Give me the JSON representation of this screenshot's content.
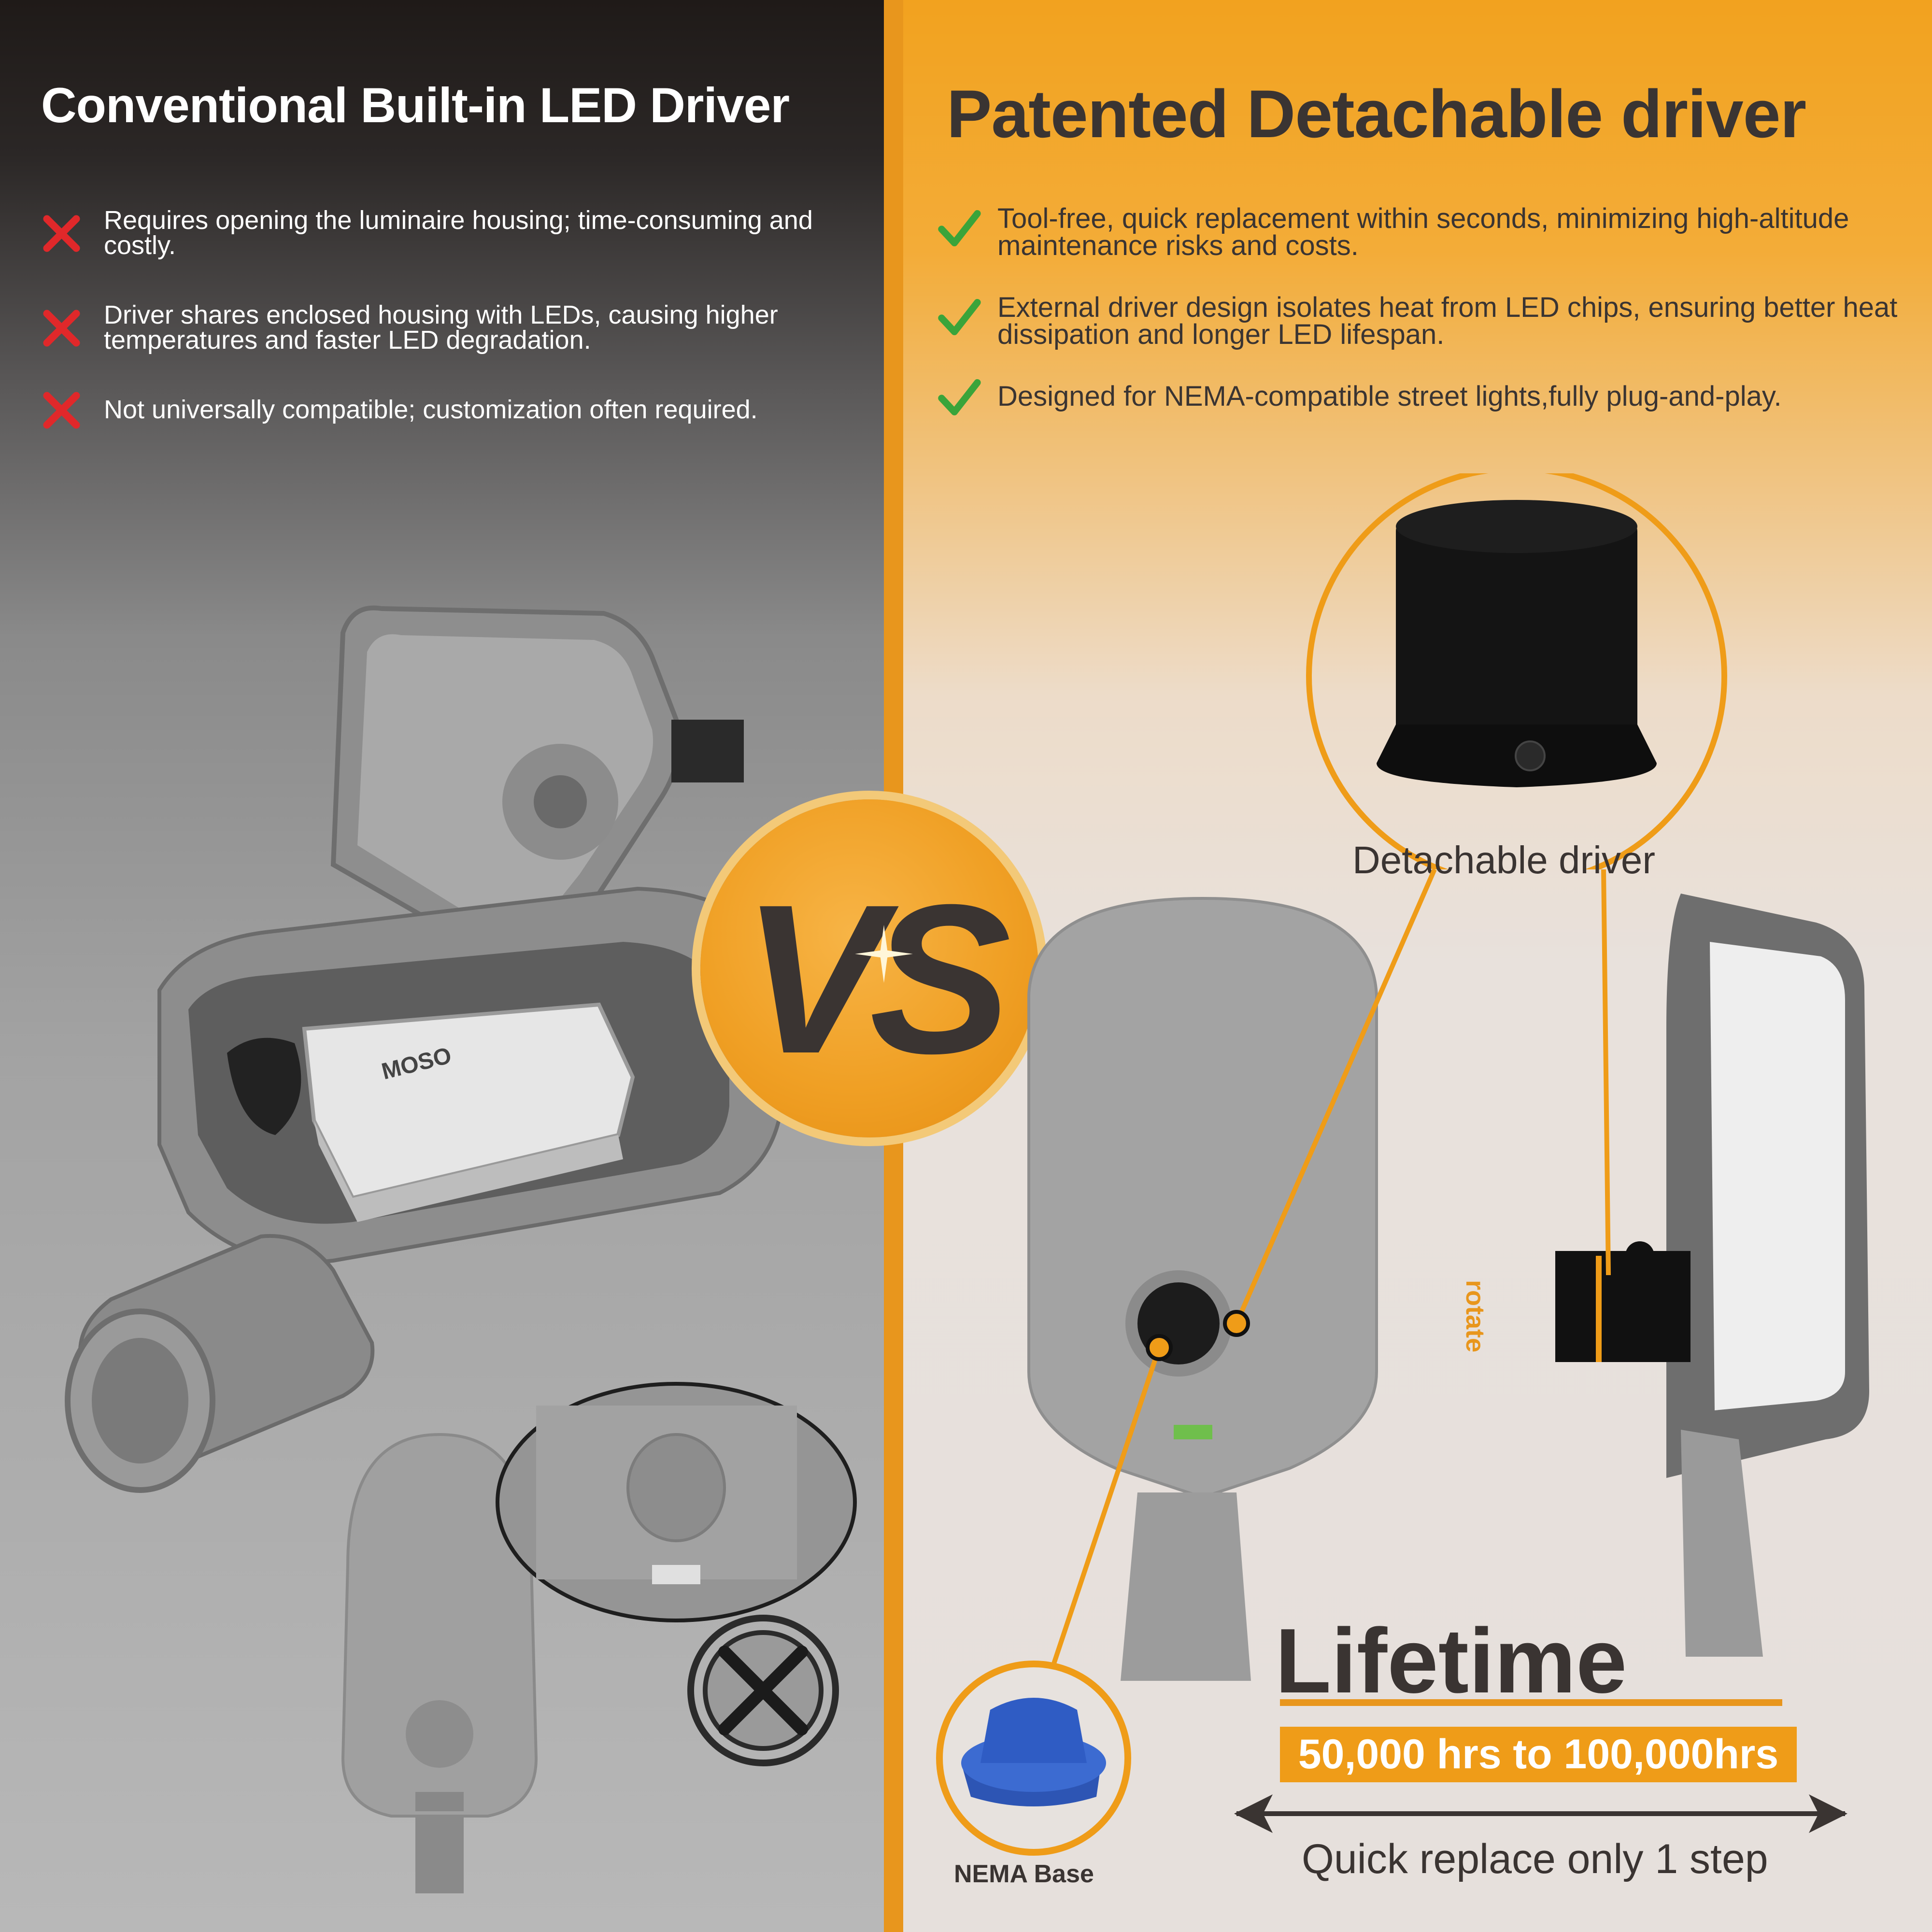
{
  "left": {
    "title": "Conventional Built-in LED Driver",
    "items": [
      "Requires opening the luminaire housing; time-consuming and costly.",
      "Driver shares enclosed housing with LEDs, causing higher temperatures and faster LED degradation.",
      "Not universally compatible; customization often required."
    ],
    "icon": "cross-icon",
    "driver_label": "MOSO"
  },
  "right": {
    "title": "Patented Detachable driver",
    "items": [
      "Tool-free, quick replacement within seconds, minimizing high-altitude maintenance risks and costs.",
      "External driver design isolates heat from LED chips, ensuring better heat dissipation and longer LED lifespan.",
      "Designed for NEMA-compatible street lights,fully plug-and-play."
    ],
    "icon": "check-icon"
  },
  "vs": "VS",
  "detachable_driver_label": "Detachable driver",
  "rotate_label": "rotate",
  "lifetime": {
    "heading": "Lifetime",
    "range": "50,000 hrs to 100,000hrs"
  },
  "quick_replace": "Quick replace only 1 step",
  "nema_label": "NEMA Base",
  "colors": {
    "accent": "#ef9c18",
    "dark_text": "#3a3432",
    "cross": "#e0282a",
    "check": "#3aa43a"
  }
}
